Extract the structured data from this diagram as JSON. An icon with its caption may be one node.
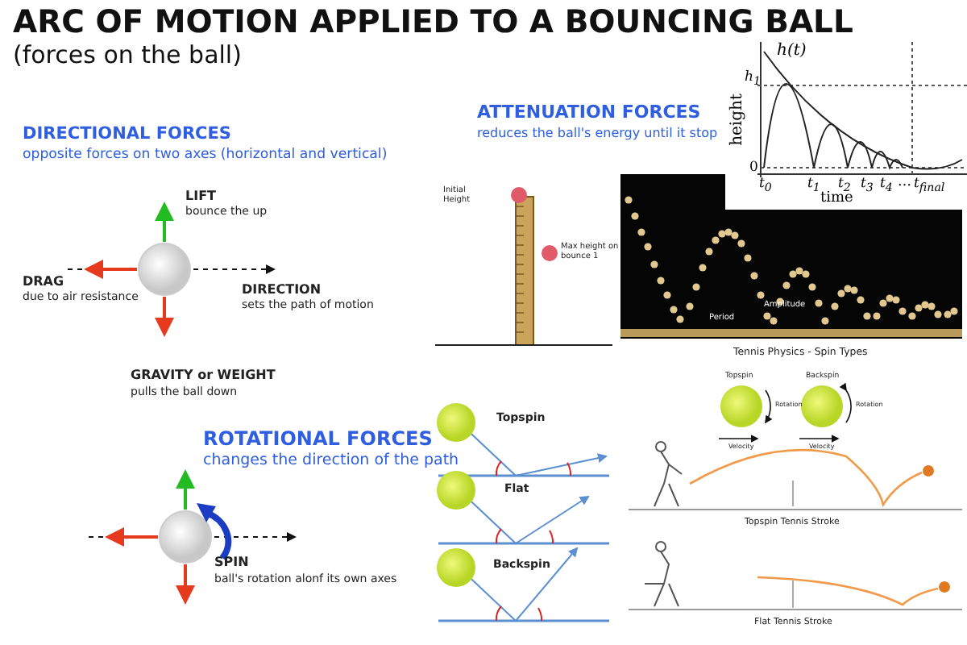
{
  "diagram": {
    "title": "ARC OF MOTION APPLIED TO A BOUNCING BALL",
    "labels": [
      "(forces on the ball)",
      "DIRECTIONAL FORCES",
      "opposite forces on two axes (horizontal and vertical)",
      "LIFT",
      "bounce the up",
      "DRAG",
      "due to air resistance",
      "DIRECTION",
      "sets the path of motion",
      "GRAVITY or WEIGHT",
      "pulls the ball down",
      "ROTATIONAL FORCES",
      "changes the direction of the path",
      "SPIN",
      "ball's rotation alonf its own axes",
      "ATTENUATION FORCES",
      "reduces the ball's energy until it stop",
      "h(t)",
      "height",
      "h$_{1}$",
      "0",
      "t$_{0}$",
      "t$_{1}$",
      "t$_{2}$",
      "t$_{3}$",
      "t$_{4}$",
      "…",
      "t$_{final}$",
      "time",
      "Initial Height",
      "Max height on bounce 1",
      "Amplitude",
      "Period",
      "Tennis Physics - Spin Types",
      "Topspin",
      "Backspin",
      "Rotation",
      "Rotation",
      "Velocity",
      "Velocity",
      "Topspin",
      "Flat",
      "Backspin",
      "Topspin Tennis Stroke",
      "Flat Tennis Stroke"
    ]
  }
}
